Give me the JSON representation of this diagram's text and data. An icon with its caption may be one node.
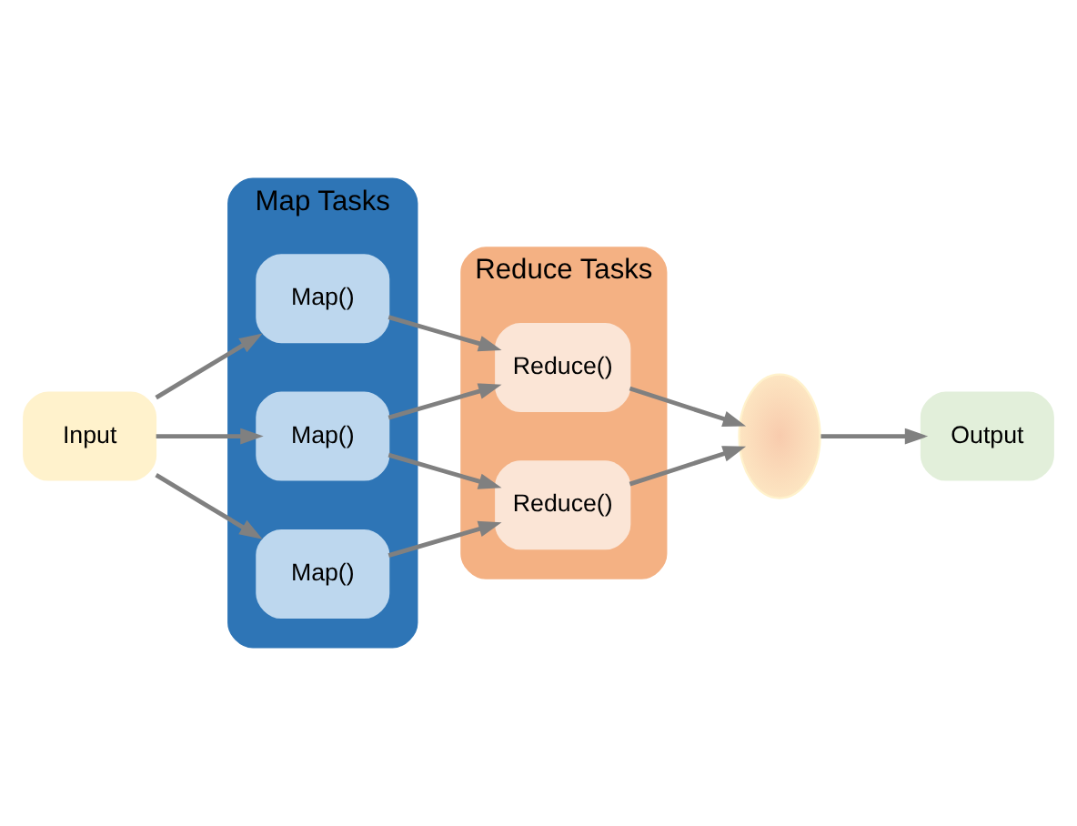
{
  "diagram": {
    "nodes": [
      {
        "text": [
          "Input"
        ]
      },
      {
        "text": [
          "Map Tasks"
        ]
      },
      {
        "text": [
          "Map()"
        ],
        "in": 1
      },
      {
        "text": [
          "Map()"
        ],
        "in": 1
      },
      {
        "text": [
          "Map()"
        ],
        "in": 1
      },
      {
        "text": [
          "Reduce Tasks"
        ]
      },
      {
        "text": [
          "Reduce()"
        ],
        "in": 5
      },
      {
        "text": [
          "Reduce()"
        ],
        "in": 5
      },
      {
        "text": [],
        "shape": "circle"
      },
      {
        "text": [
          "Output"
        ]
      }
    ],
    "edges": [
      {
        "from": 0,
        "to": 2,
        "arrow": "to"
      },
      {
        "from": 0,
        "to": 3,
        "arrow": "to"
      },
      {
        "from": 0,
        "to": 4,
        "arrow": "to"
      },
      {
        "from": 2,
        "to": 6,
        "arrow": "to"
      },
      {
        "from": 2,
        "to": 7,
        "arrow": "to"
      },
      {
        "from": 3,
        "to": 7,
        "arrow": "to"
      },
      {
        "from": 4,
        "to": 6,
        "arrow": "to"
      },
      {
        "from": 6,
        "to": 8,
        "arrow": "to"
      },
      {
        "from": 7,
        "to": 8,
        "arrow": "to"
      },
      {
        "from": 8,
        "to": 9,
        "arrow": "to"
      }
    ]
  }
}
